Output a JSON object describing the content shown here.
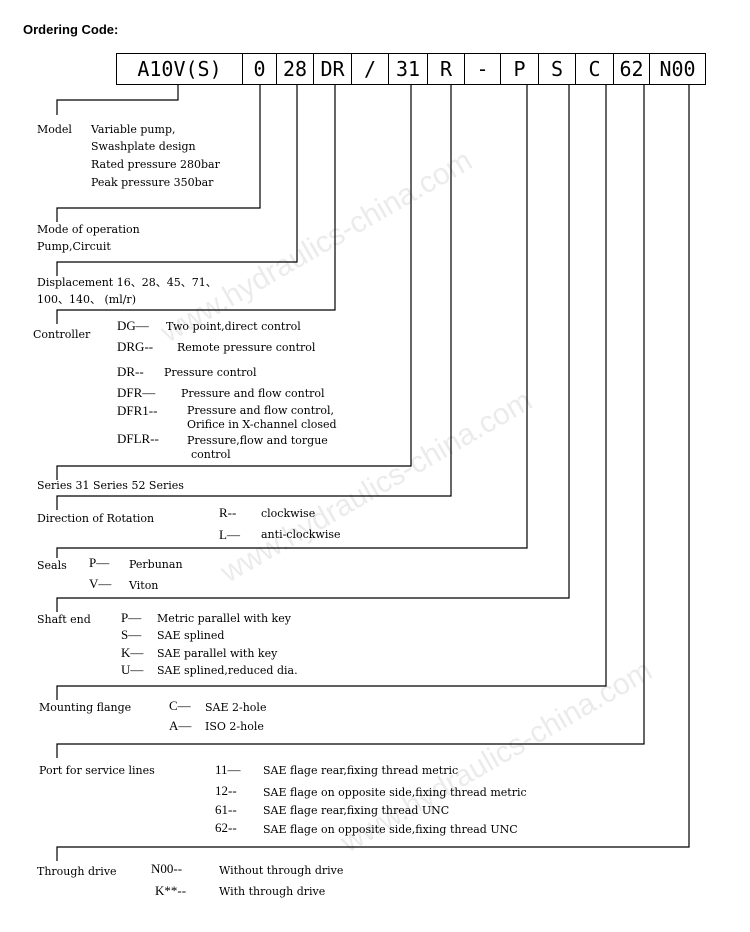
{
  "title": "Ordering Code:",
  "code_boxes": [
    "A10V(S)",
    "0",
    "28",
    "DR",
    "/",
    "31",
    "R",
    "-",
    "P",
    "S",
    "C",
    "62",
    "N00"
  ],
  "model": {
    "label": "Model",
    "lines": [
      "Variable pump,",
      "Swashplate design",
      "Rated pressure 280bar",
      "Peak pressure 350bar"
    ]
  },
  "mode": {
    "line1": "Mode of operation",
    "line2": "Pump,Circuit"
  },
  "displacement": {
    "line1": "Displacement 16、28、45、71、",
    "line2": "100、140、 (ml/r)"
  },
  "controller": {
    "label": "Controller",
    "items": [
      {
        "code": "DG—",
        "text": "Two point,direct control"
      },
      {
        "code": "DRG--",
        "text": "Remote pressure control"
      },
      {
        "code": "DR--",
        "text": "Pressure control"
      },
      {
        "code": "DFR—",
        "text": "Pressure and flow control"
      },
      {
        "code": "DFR1--",
        "text": "Pressure and flow control,",
        "text2": "Orifice in X-channel closed"
      },
      {
        "code": "DFLR--",
        "text": "Pressure,flow and torgue",
        "text2": "control"
      }
    ]
  },
  "series": {
    "text": "Series 31 Series  52 Series"
  },
  "rotation": {
    "label": "Direction of Rotation",
    "items": [
      {
        "code": "R--",
        "text": "clockwise"
      },
      {
        "code": "L—",
        "text": "anti-clockwise"
      }
    ]
  },
  "seals": {
    "label": "Seals",
    "items": [
      {
        "code": "P—",
        "text": "Perbunan"
      },
      {
        "code": "V—",
        "text": "Viton"
      }
    ]
  },
  "shaft": {
    "label": "Shaft end",
    "items": [
      {
        "code": "P—",
        "text": "Metric parallel with key"
      },
      {
        "code": "S—",
        "text": "SAE splined"
      },
      {
        "code": "K—",
        "text": "SAE parallel with key"
      },
      {
        "code": "U—",
        "text": "SAE splined,reduced dia."
      }
    ]
  },
  "flange": {
    "label": "Mounting flange",
    "items": [
      {
        "code": "C—",
        "text": "SAE 2-hole"
      },
      {
        "code": "A—",
        "text": "ISO 2-hole"
      }
    ]
  },
  "ports": {
    "label": "Port for service lines",
    "items": [
      {
        "code": "11—",
        "text": "SAE flage rear,fixing thread metric"
      },
      {
        "code": "12--",
        "text": "SAE flage on opposite side,fixing thread metric"
      },
      {
        "code": "61--",
        "text": "SAE flage rear,fixing thread UNC"
      },
      {
        "code": "62--",
        "text": "SAE flage on opposite side,fixing thread UNC"
      }
    ]
  },
  "through": {
    "label": "Through drive",
    "items": [
      {
        "code": "N00--",
        "text": "Without through drive"
      },
      {
        "code": "K**--",
        "text": "With through drive"
      }
    ]
  },
  "watermark": "www.hydraulics-china.com"
}
